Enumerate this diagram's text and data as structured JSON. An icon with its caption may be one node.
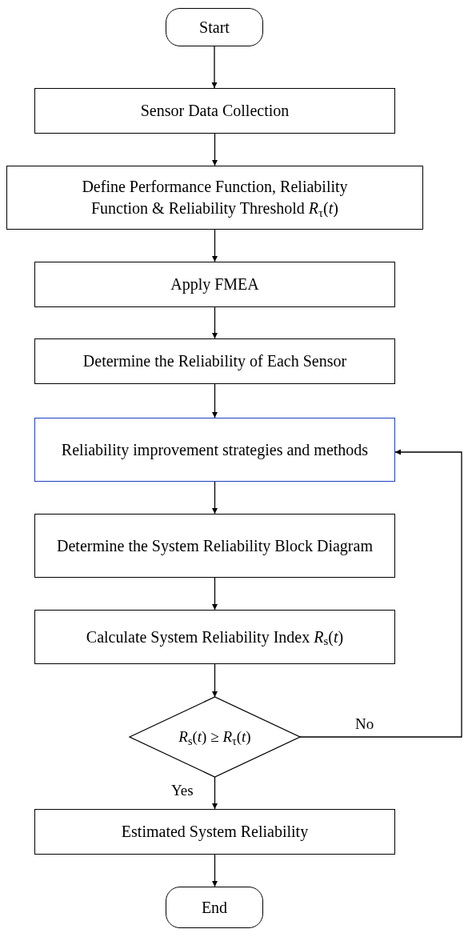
{
  "diagram": {
    "nodes": [
      {
        "text": [
          "Start"
        ]
      },
      {
        "text": [
          "Sensor Data Collection"
        ]
      },
      {
        "text": [
          "Define Performance Function, Reliability Function & Reliability Threshold *R*$_{τ}$(*t*)"
        ]
      },
      {
        "text": [
          "Apply FMEA"
        ]
      },
      {
        "text": [
          "Determine the Reliability of Each Sensor"
        ]
      },
      {
        "text": [
          "Reliability improvement strategies and methods"
        ]
      },
      {
        "text": [
          "Determine the System Reliability Block Diagram"
        ]
      },
      {
        "text": [
          "Calculate System Reliability Index *R*$_{s}$(*t*)"
        ]
      },
      {
        "text": [
          "*R*$_{s}$(*t*) ≥ *R*$_{τ}$(*t*)"
        ]
      },
      {
        "text": [
          "Estimated System Reliability"
        ]
      },
      {
        "text": [
          "End"
        ]
      }
    ],
    "edges": [
      {
        "from": 0,
        "to": 1,
        "arrow": "to"
      },
      {
        "from": 1,
        "to": 2,
        "arrow": "to"
      },
      {
        "from": 2,
        "to": 3,
        "arrow": "to"
      },
      {
        "from": 3,
        "to": 4,
        "arrow": "to"
      },
      {
        "from": 4,
        "to": 5,
        "arrow": "to"
      },
      {
        "from": 5,
        "to": 6,
        "arrow": "to"
      },
      {
        "from": 6,
        "to": 7,
        "arrow": "to"
      },
      {
        "from": 7,
        "to": 8,
        "arrow": "to"
      },
      {
        "from": 8,
        "to": 9,
        "label": "Yes",
        "arrow": "to"
      },
      {
        "from": 8,
        "to": 5,
        "label": "No",
        "arrow": "to"
      },
      {
        "from": 9,
        "to": 10,
        "arrow": "to"
      }
    ]
  }
}
